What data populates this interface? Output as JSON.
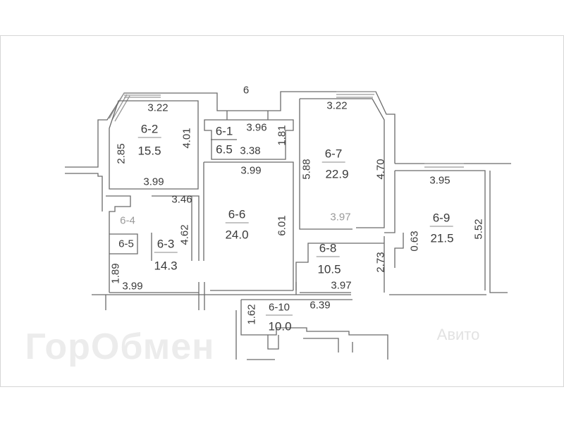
{
  "plan": {
    "section_label": "6",
    "watermark": "ГорОбмен",
    "watermark_secondary": "Авито",
    "rooms": [
      {
        "id": "6-1",
        "area": "6.5"
      },
      {
        "id": "6-2",
        "area": "15.5"
      },
      {
        "id": "6-3",
        "area": "14.3"
      },
      {
        "id": "6-4"
      },
      {
        "id": "6-5"
      },
      {
        "id": "6-6",
        "area": "24.0"
      },
      {
        "id": "6-7",
        "area": "22.9"
      },
      {
        "id": "6-8",
        "area": "10.5"
      },
      {
        "id": "6-9",
        "area": "21.5"
      },
      {
        "id": "6-10",
        "area": "10.0"
      }
    ],
    "dimensions": {
      "r2_top": "3.22",
      "r2_right": "4.01",
      "r2_left": "2.85",
      "r2_bottom": "3.99",
      "r3_top": "3.46",
      "r3_right": "4.62",
      "r3_left": "1.89",
      "r3_bottom": "3.99",
      "r1_top": "3.96",
      "r1_bottom": "3.38",
      "r1_right": "1.81",
      "r6_top": "3.99",
      "r6_right": "6.01",
      "r7_top": "3.22",
      "r7_left": "5.88",
      "r7_right": "4.70",
      "r7_bottom": "3.97",
      "r8_bottom": "3.97",
      "r8_right": "2.73",
      "r9_top": "3.95",
      "r9_left": "0.63",
      "r9_right": "5.52",
      "r10_top": "6.39",
      "r10_left": "1.62"
    }
  }
}
